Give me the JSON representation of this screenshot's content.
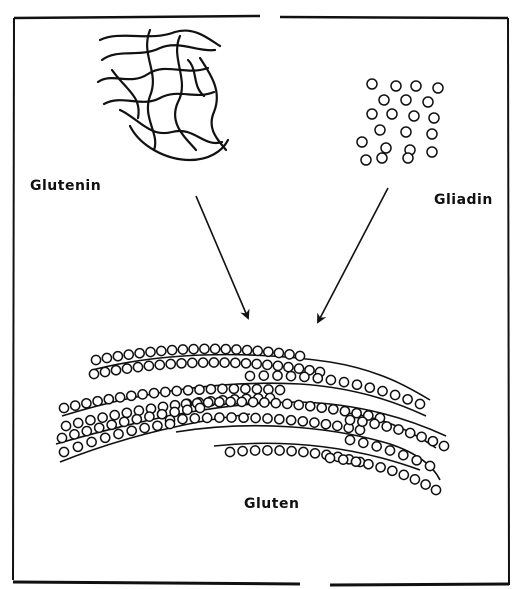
{
  "labels": {
    "glutenin": "Glutenin",
    "gliadin": "Gliadin",
    "gluten": "Gluten"
  }
}
